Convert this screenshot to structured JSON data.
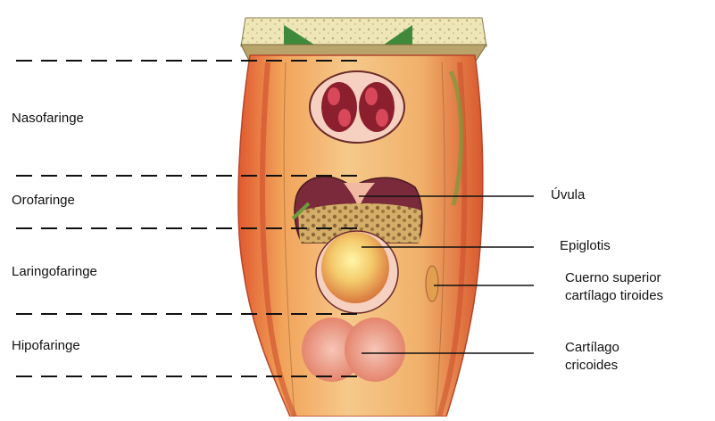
{
  "regions": [
    {
      "label": "Nasofaringe"
    },
    {
      "label": "Orofaringe"
    },
    {
      "label": "Laringofaringe"
    },
    {
      "label": "Hipofaringe"
    }
  ],
  "structures": [
    {
      "line1": "Úvula",
      "line2": ""
    },
    {
      "line1": "Epiglotis",
      "line2": ""
    },
    {
      "line1": "Cuerno superior",
      "line2": "cartílago tiroides"
    },
    {
      "line1": "Cartílago",
      "line2": "cricoides"
    }
  ],
  "colors": {
    "skull_bone": "#ede3b0",
    "muscle_light": "#f4c07a",
    "muscle_red": "#e0653a",
    "mucosa_pink": "#f3b3a4",
    "dark_red": "#8c1f2d",
    "green_tissue": "#6f9a3a",
    "line": "#111111"
  }
}
